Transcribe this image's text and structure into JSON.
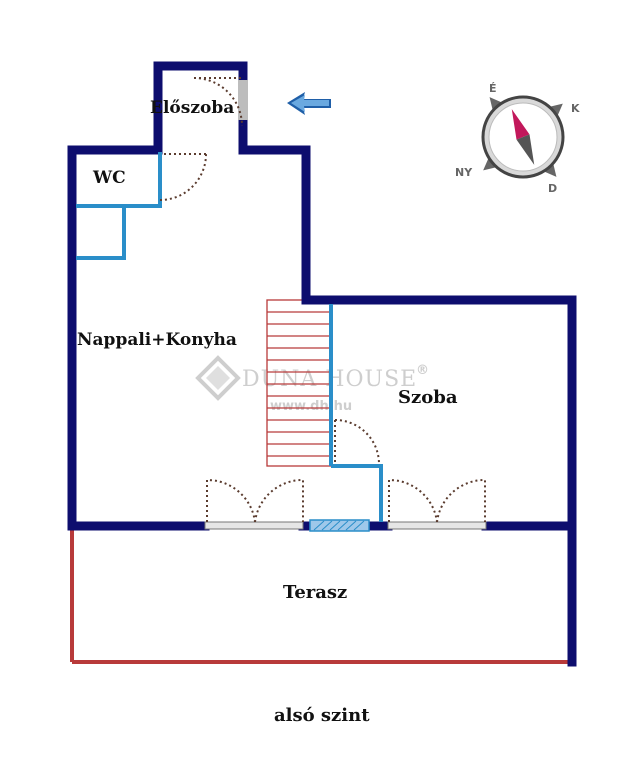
{
  "rooms": {
    "eloszoba": "Előszoba",
    "wc": "WC",
    "nappali": "Nappali+Konyha",
    "szoba": "Szoba",
    "terasz": "Terasz"
  },
  "level_label": "alsó szint",
  "compass": {
    "north": "É",
    "east": "K",
    "south": "D",
    "west": "NY"
  },
  "watermark": {
    "brand": "DUNA HOUSE",
    "registered": "®",
    "url": "www.dh.hu"
  },
  "colors": {
    "outer_wall": "#0d0d6e",
    "inner_wall": "#2a8ec9",
    "terrace_edge": "#b83a3a",
    "stairs": "#b83a3a",
    "door_swing": "#5a3b2e",
    "entry_arrow": "#1f5fa8"
  }
}
